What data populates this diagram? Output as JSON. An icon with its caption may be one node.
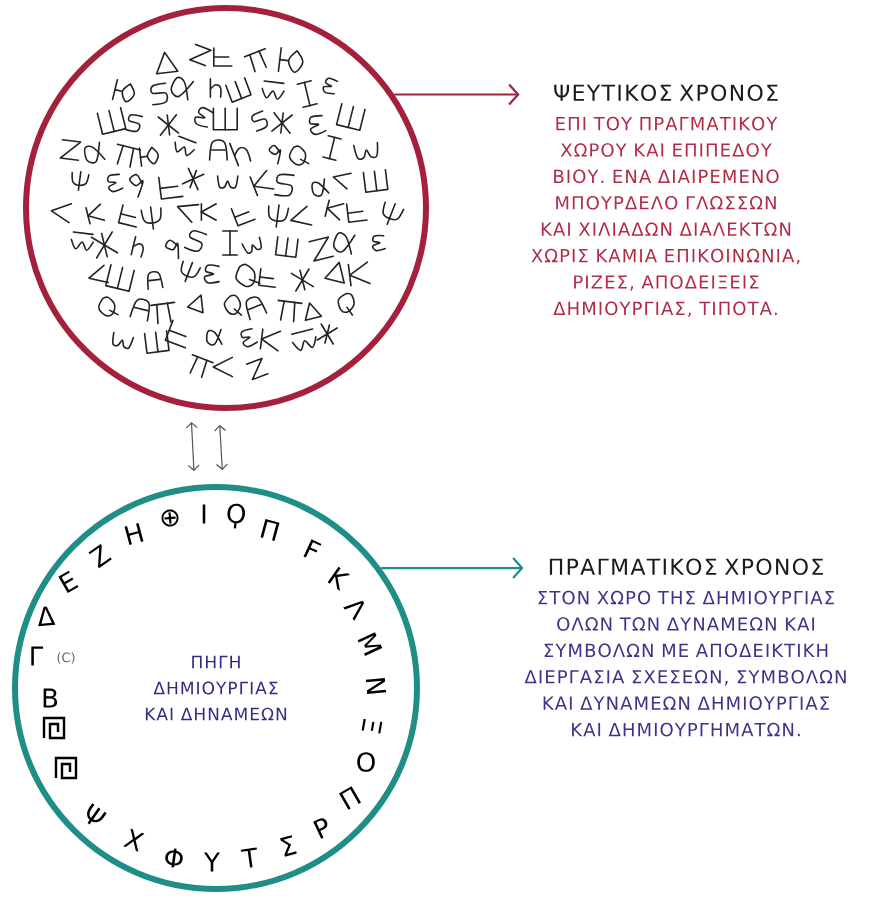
{
  "diagram": {
    "nodes": [
      {
        "text": [],
        "shape": "circle"
      },
      {
        "text": [
          "ΨΕΥΤΙΚΟΣ ΧΡΟΝΟΣ",
          "ΕΠΙ ΤΟΥ ΠΡΑΓΜΑΤΙΚΟΥ ΧΩΡΟΥ ΚΑΙ ΕΠΙΠΕΔΟΥ ΒΙΟΥ. ΕΝΑ ΔΙΑΙΡΕΜΕΝΟ ΜΠΟΥΡΔΕΛΟ ΓΛΩΣΣΩΝ ΚΑΙ ΧΙΛΙΑΔΩΝ ΔΙΑΛΕΚΤΩΝ ΧΩΡΙΣ ΚΑΜΙΑ ΕΠΙΚΟΙΝΩΝΙΑ, ΡΙΖΕΣ, ΑΠΟΔΕΙΞΕΙΣ ΔΗΜΙΟΥΡΓΙΑΣ, ΤΙΠΟΤΑ."
        ]
      },
      {
        "text": [
          "ΠΗΓΗ ΔΗΜΙΟΥΡΓΙΑΣ ΚΑΙ ΔΗΝΑΜΕΩΝ"
        ]
      },
      {
        "text": [
          "ΠΡΑΓΜΑΤΙΚΟΣ ΧΡΟΝΟΣ",
          "ΣΤΟΝ ΧΩΡΟ ΤΗΣ ΔΗΜΙΟΥΡΓΙΑΣ ΟΛΩΝ ΤΩΝ ΔΥΝΑΜΕΩΝ ΚΑΙ ΣΥΜΒΟΛΩΝ ΜΕ ΑΠΟΔΕΙΚΤΙΚΗ ΔΙΕΡΓΑΣΙΑ ΣΧΕΣΕΩΝ, ΣΥΜΒΟΛΩΝ ΚΑΙ ΔΥΝΑΜΕΩΝ ΔΗΜΙΟΥΡΓΙΑΣ ΚΑΙ ΔΗΜΙΟΥΡΓΗΜΑΤΩΝ."
        ]
      }
    ],
    "edges": [
      {
        "from": 0,
        "to": 1,
        "arrow": "to",
        "color": "#a3213a"
      },
      {
        "from": 0,
        "to": 2,
        "arrow": "both"
      },
      {
        "from": 0,
        "to": 2,
        "arrow": "both"
      },
      {
        "from": 2,
        "to": 3,
        "arrow": "to",
        "color": "#1e8e86"
      }
    ],
    "labels": [
      "Β",
      "Γ",
      "(C)",
      "Δ",
      "Ε",
      "Ζ",
      "Η",
      "⊕",
      "Ι",
      "Ϙ",
      "Π",
      "Ϝ",
      "Κ",
      "Λ",
      "Μ",
      "Ν",
      "Ξ",
      "Ο",
      "Π",
      "Ρ",
      "Σ",
      "Τ",
      "Υ",
      "Φ",
      "Χ",
      "Ψ"
    ]
  }
}
